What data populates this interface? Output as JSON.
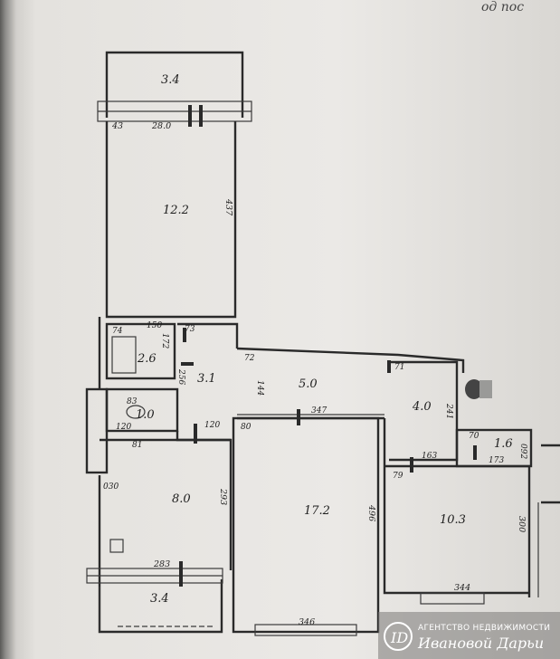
{
  "handwritten_note": "од пос",
  "rooms": [
    {
      "id": "balcony-top",
      "area": "3.4"
    },
    {
      "id": "room-top",
      "area": "12.2"
    },
    {
      "id": "bathroom",
      "area": "2.6"
    },
    {
      "id": "wc",
      "area": "1.0"
    },
    {
      "id": "corridor-small",
      "area": "3.1"
    },
    {
      "id": "hall",
      "area": "5.0"
    },
    {
      "id": "storage",
      "area": "4.0"
    },
    {
      "id": "closet",
      "area": "1.6"
    },
    {
      "id": "kitchen",
      "area": "8.0"
    },
    {
      "id": "living-room",
      "area": "17.2"
    },
    {
      "id": "room-right",
      "area": "10.3"
    },
    {
      "id": "balcony-bottom",
      "area": "3.4"
    }
  ],
  "dimensions": {
    "d_43": "43",
    "d_280": "28.0",
    "d_437": "437",
    "d_74": "74",
    "d_150": "150",
    "d_73": "73",
    "d_172": "172",
    "d_256": "256",
    "d_72": "72",
    "d_144": "144",
    "d_71": "71",
    "d_83": "83",
    "d_120a": "120",
    "d_120b": "120",
    "d_80": "80",
    "d_347": "347",
    "d_241": "241",
    "d_70": "70",
    "d_173": "173",
    "d_092": "092",
    "d_81": "81",
    "d_163": "163",
    "d_79": "79",
    "d_030": "030",
    "d_293": "293",
    "d_496": "496",
    "d_300": "300",
    "d_283": "283",
    "d_344": "344",
    "d_346": "346"
  },
  "watermark": {
    "agency": "АГЕНТСТВО НЕДВИЖИМОСТИ",
    "name": "Ивановой Дарьи"
  }
}
